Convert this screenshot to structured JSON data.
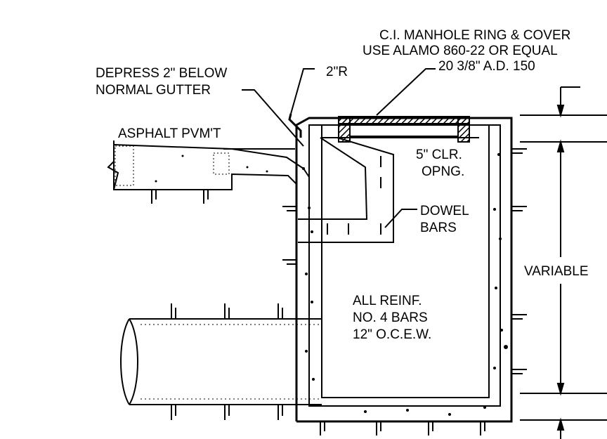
{
  "labels": {
    "manhole_line1": "C.I. MANHOLE RING & COVER",
    "manhole_line2": "USE ALAMO 860-22 OR EQUAL",
    "manhole_line3": "20 3/8\" A.D. 150",
    "depress_line1": "DEPRESS 2\" BELOW",
    "depress_line2": "NORMAL GUTTER",
    "radius": "2\"R",
    "asphalt": "ASPHALT PVM'T",
    "opening_line1": "5\" CLR.",
    "opening_line2": "OPNG.",
    "dowel_line1": "DOWEL",
    "dowel_line2": "BARS",
    "variable": "VARIABLE",
    "reinf_line1": "ALL REINF.",
    "reinf_line2": "NO. 4 BARS",
    "reinf_line3": "12\" O.C.E.W."
  },
  "colors": {
    "ink": "#000000",
    "paper": "#ffffff"
  }
}
